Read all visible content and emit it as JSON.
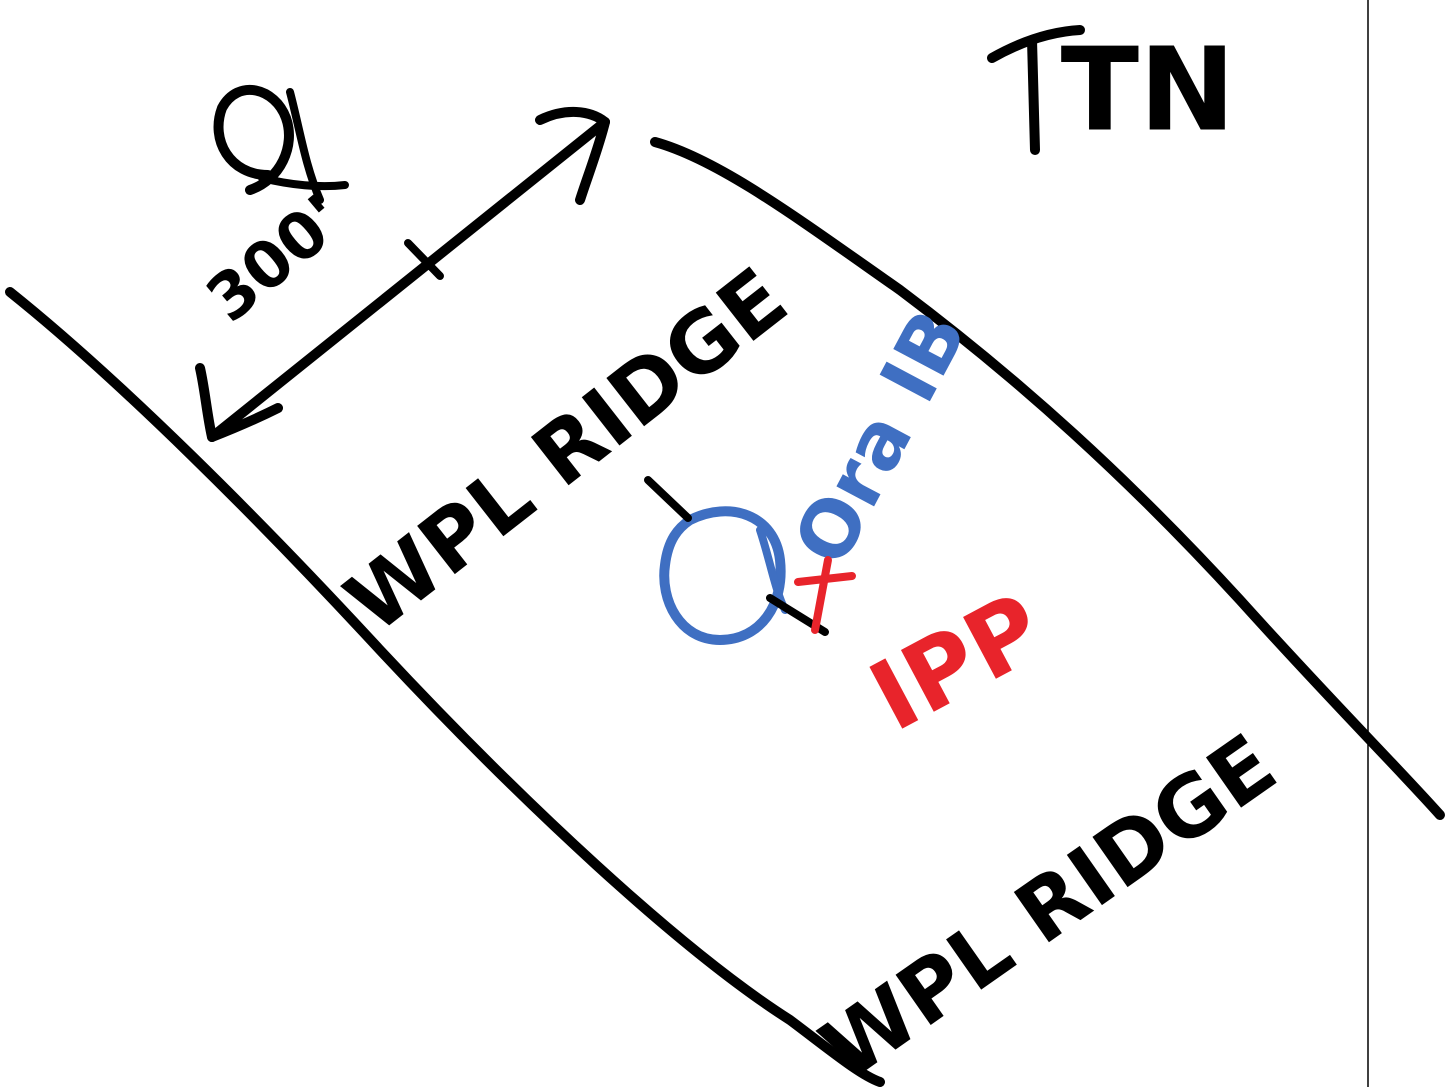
{
  "labels": {
    "north": "TN",
    "centerline_symbol": "℄",
    "width": "300'",
    "ridge_upper": "WPL RIDGE",
    "ridge_lower": "WPL RIDGE",
    "blue_label": "Ora IB",
    "red_label": "IPP"
  },
  "colors": {
    "ink": "#000000",
    "blue_marker": "#3f6fc2",
    "red_marker": "#e8242b"
  },
  "icons": {
    "north_arrow": "arrow-up-icon",
    "dimension_arrow": "double-headed-arrow-icon",
    "point_marker": "x-mark-icon"
  }
}
